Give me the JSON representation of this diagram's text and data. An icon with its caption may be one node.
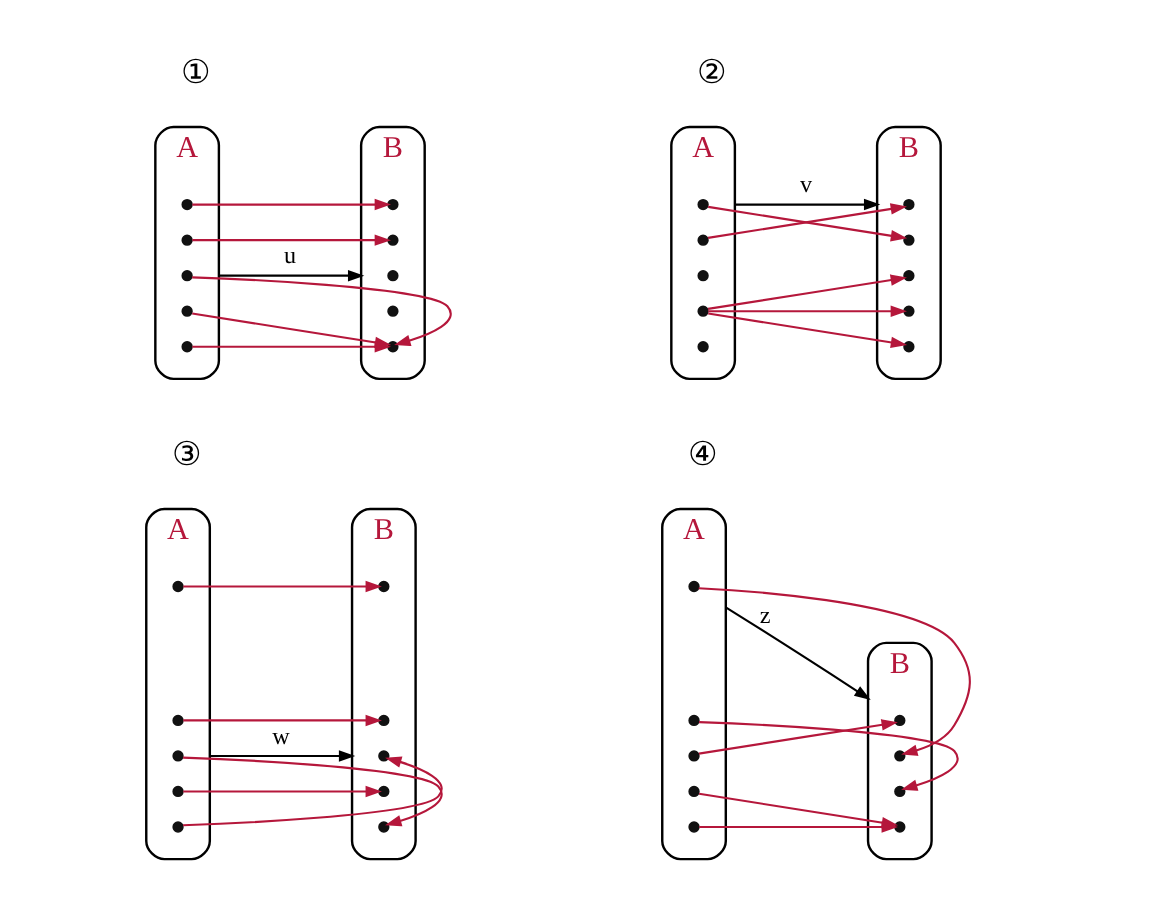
{
  "diagram": {
    "nodes": [
      {
        "text": [
          "A"
        ]
      },
      {
        "text": [],
        "shape": "cross",
        "in": 0
      },
      {
        "text": [],
        "shape": "cross",
        "in": 0
      },
      {
        "text": [],
        "shape": "cross",
        "in": 0
      },
      {
        "text": [],
        "shape": "cross",
        "in": 0
      },
      {
        "text": [],
        "shape": "cross",
        "in": 0
      },
      {
        "text": [
          "B"
        ]
      },
      {
        "text": [],
        "shape": "cross",
        "in": 6
      },
      {
        "text": [],
        "shape": "cross",
        "in": 6
      },
      {
        "text": [],
        "shape": "cross",
        "in": 6
      },
      {
        "text": [],
        "shape": "cross",
        "in": 6
      },
      {
        "text": [],
        "shape": "cross",
        "in": 6
      },
      {
        "text": [
          "A"
        ]
      },
      {
        "text": [],
        "shape": "cross",
        "in": 12
      },
      {
        "text": [],
        "shape": "cross",
        "in": 12
      },
      {
        "text": [],
        "shape": "cross",
        "in": 12
      },
      {
        "text": [],
        "shape": "cross",
        "in": 12
      },
      {
        "text": [],
        "shape": "cross",
        "in": 12
      },
      {
        "text": [
          "B"
        ]
      },
      {
        "text": [],
        "shape": "cross",
        "in": 18
      },
      {
        "text": [],
        "shape": "cross",
        "in": 18
      },
      {
        "text": [],
        "shape": "cross",
        "in": 18
      },
      {
        "text": [],
        "shape": "cross",
        "in": 18
      },
      {
        "text": [],
        "shape": "cross",
        "in": 18
      },
      {
        "text": [
          "A"
        ]
      },
      {
        "text": [],
        "shape": "cross",
        "in": 24
      },
      {
        "text": [],
        "shape": "cross",
        "in": 24
      },
      {
        "text": [],
        "shape": "cross",
        "in": 24
      },
      {
        "text": [],
        "shape": "cross",
        "in": 24
      },
      {
        "text": [],
        "shape": "cross",
        "in": 24
      },
      {
        "text": [
          "B"
        ]
      },
      {
        "text": [],
        "shape": "cross",
        "in": 30
      },
      {
        "text": [],
        "shape": "cross",
        "in": 30
      },
      {
        "text": [],
        "shape": "cross",
        "in": 30
      },
      {
        "text": [],
        "shape": "cross",
        "in": 30
      },
      {
        "text": [],
        "shape": "cross",
        "in": 30
      },
      {
        "text": [
          "A"
        ]
      },
      {
        "text": [],
        "shape": "cross",
        "in": 36
      },
      {
        "text": [],
        "shape": "cross",
        "in": 36
      },
      {
        "text": [],
        "shape": "cross",
        "in": 36
      },
      {
        "text": [],
        "shape": "cross",
        "in": 36
      },
      {
        "text": [],
        "shape": "cross",
        "in": 36
      },
      {
        "text": [
          "B"
        ]
      },
      {
        "text": [],
        "shape": "cross",
        "in": 42
      },
      {
        "text": [],
        "shape": "cross",
        "in": 42
      },
      {
        "text": [],
        "shape": "cross",
        "in": 42
      },
      {
        "text": [],
        "shape": "cross",
        "in": 42
      }
    ],
    "edges": [
      {
        "from": 0,
        "to": 6,
        "arrow": "to",
        "label": "u",
        "color": "#000000"
      },
      {
        "from": 1,
        "to": 7,
        "arrow": "to"
      },
      {
        "from": 2,
        "to": 8,
        "arrow": "to"
      },
      {
        "from": 3,
        "to": 11,
        "arrow": "to"
      },
      {
        "from": 4,
        "to": 11,
        "arrow": "to"
      },
      {
        "from": 5,
        "to": 11,
        "arrow": "to"
      },
      {
        "from": 12,
        "to": 18,
        "arrow": "to",
        "label": "v",
        "color": "#000000"
      },
      {
        "from": 13,
        "to": 20,
        "arrow": "to"
      },
      {
        "from": 14,
        "to": 19,
        "arrow": "to"
      },
      {
        "from": 16,
        "to": 21,
        "arrow": "to"
      },
      {
        "from": 16,
        "to": 22,
        "arrow": "to"
      },
      {
        "from": 16,
        "to": 23,
        "arrow": "to"
      },
      {
        "from": 24,
        "to": 30,
        "arrow": "to",
        "label": "w",
        "color": "#000000"
      },
      {
        "from": 25,
        "to": 31,
        "arrow": "to"
      },
      {
        "from": 26,
        "to": 32,
        "arrow": "to"
      },
      {
        "from": 27,
        "to": 35,
        "arrow": "to"
      },
      {
        "from": 28,
        "to": 34,
        "arrow": "to"
      },
      {
        "from": 29,
        "to": 33,
        "arrow": "to"
      },
      {
        "from": 36,
        "to": 42,
        "arrow": "to",
        "label": "z",
        "color": "#000000"
      },
      {
        "from": 37,
        "to": 44,
        "arrow": "to"
      },
      {
        "from": 38,
        "to": 45,
        "arrow": "to"
      },
      {
        "from": 39,
        "to": 43,
        "arrow": "to"
      },
      {
        "from": 40,
        "to": 46,
        "arrow": "to"
      },
      {
        "from": 41,
        "to": 46,
        "arrow": "to"
      }
    ],
    "labels": [
      "①",
      "②",
      "③",
      "④"
    ]
  }
}
